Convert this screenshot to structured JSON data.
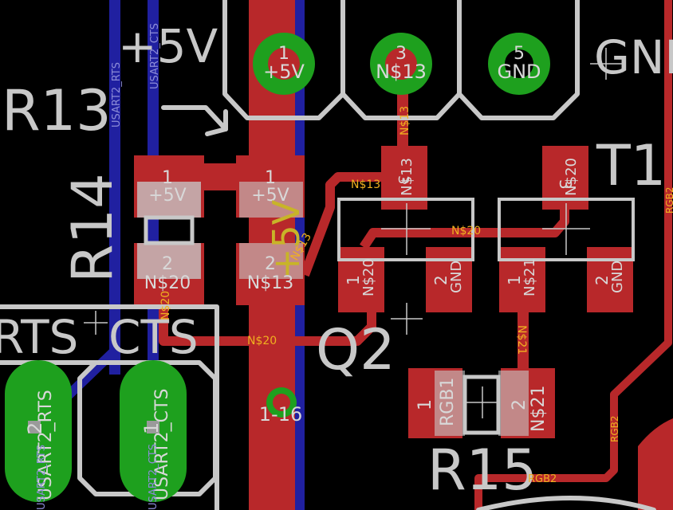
{
  "colors": {
    "background": "#000000",
    "top_copper": "#b8282a",
    "bottom_copper": "#2020a0",
    "pad_green": "#1ea01e",
    "silkscreen": "#c8c8c8",
    "net_label": "#f0b020"
  },
  "components": {
    "r13": "R13",
    "r14": "R14",
    "r15": "R15",
    "q2": "Q2",
    "t1": "T1"
  },
  "silk_labels": {
    "plus5v": "+5V",
    "gnd": "GND",
    "rts": "RTS",
    "cts": "CTS"
  },
  "header_pins": [
    {
      "num": "1",
      "net": "+5V"
    },
    {
      "num": "3",
      "net": "N$13"
    },
    {
      "num": "5",
      "net": "GND"
    }
  ],
  "r14_pads": [
    {
      "num": "1",
      "net": "+5V"
    },
    {
      "num": "2",
      "net": "N$20"
    }
  ],
  "r13_pads": [
    {
      "num": "1",
      "net": "+5V"
    },
    {
      "num": "2",
      "net": "N$13"
    }
  ],
  "q2_pads": {
    "top": {
      "num": "3",
      "net": "N$13"
    },
    "left": {
      "num": "1",
      "net": "N$20"
    },
    "right": {
      "num": "2",
      "net": "GND"
    }
  },
  "t1_pads": {
    "top": {
      "num": "3",
      "net": "N$20"
    },
    "left": {
      "num": "1",
      "net": "N$21"
    },
    "right": {
      "num": "2",
      "net": "GND"
    }
  },
  "rgb1_pads": [
    {
      "num": "1",
      "net": "RGB1"
    },
    {
      "num": "2",
      "net": "N$21"
    }
  ],
  "usart_pads": [
    {
      "num": "2",
      "net": "USART2_RTS"
    },
    {
      "num": "1",
      "net": "USART2_CTS"
    }
  ],
  "net_labels": {
    "n13_a": "N$13",
    "n13_b": "N$13",
    "n13_c": "N$13",
    "n20_a": "N$20",
    "n20_b": "N$20",
    "n20_c": "N$20",
    "n21": "N$21",
    "rgb2_a": "RGB2",
    "rgb2_b": "RGB2",
    "rgb2_c": "RGB2",
    "usart_rts_top": "USART2_RTS",
    "usart_cts_top": "USART2_CTS",
    "usart_rts_bottom": "USART2_RTS",
    "usart_cts_bottom": "USART2_CTS",
    "plus5v_big": "+5V"
  },
  "via": {
    "label": "1-16"
  }
}
